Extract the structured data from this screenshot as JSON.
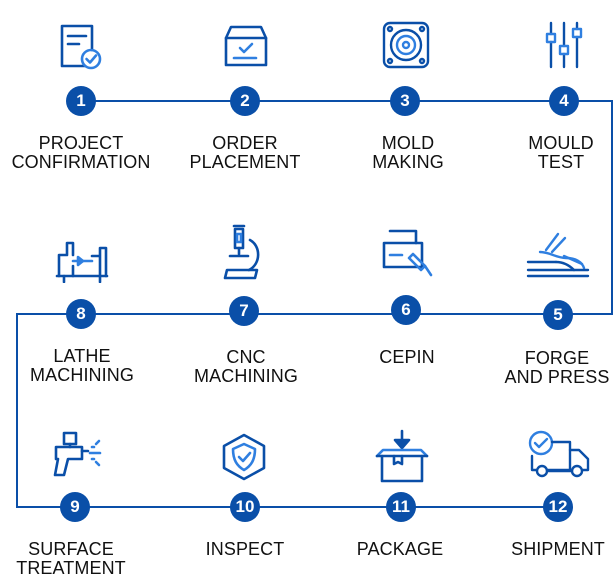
{
  "colors": {
    "primary": "#0a4fa8",
    "icon_accent": "#2f7fe0",
    "text": "#111111"
  },
  "steps": [
    {
      "number": "1",
      "label": "PROJECT\nCONFIRMATION",
      "icon": "document-check-icon"
    },
    {
      "number": "2",
      "label": "ORDER\nPLACEMENT",
      "icon": "box-check-icon"
    },
    {
      "number": "3",
      "label": "MOLD\nMAKING",
      "icon": "mold-disc-icon"
    },
    {
      "number": "4",
      "label": "MOULD\nTEST",
      "icon": "sliders-icon"
    },
    {
      "number": "5",
      "label": "FORGE\nAND PRESS",
      "icon": "forge-press-icon"
    },
    {
      "number": "6",
      "label": "CEPIN",
      "icon": "tester-device-icon"
    },
    {
      "number": "7",
      "label": "CNC\nMACHINING",
      "icon": "microscope-icon"
    },
    {
      "number": "8",
      "label": "LATHE\nMACHINING",
      "icon": "lathe-icon"
    },
    {
      "number": "9",
      "label": "SURFACE\nTREATMENT",
      "icon": "spray-gun-icon"
    },
    {
      "number": "10",
      "label": "INSPECT",
      "icon": "shield-check-icon"
    },
    {
      "number": "11",
      "label": "PACKAGE",
      "icon": "package-arrow-icon"
    },
    {
      "number": "12",
      "label": "SHIPMENT",
      "icon": "delivery-truck-icon"
    }
  ]
}
